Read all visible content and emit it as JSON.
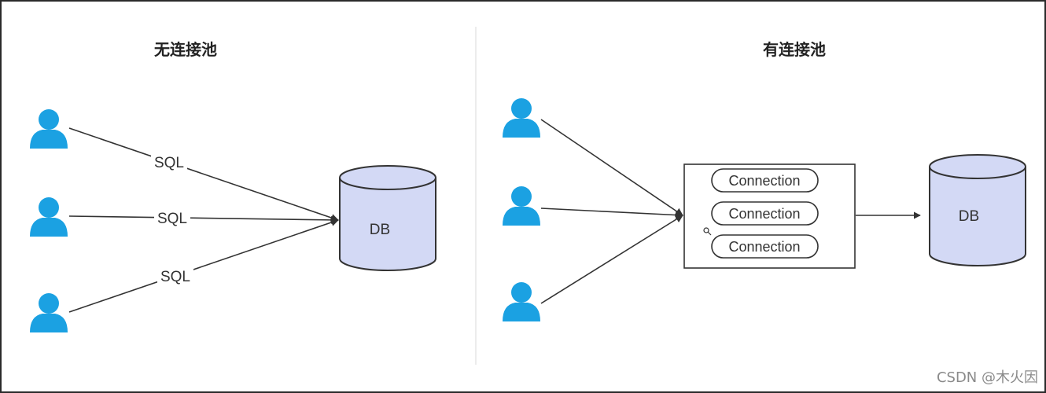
{
  "left_panel": {
    "title": "无连接池",
    "users": [
      {
        "icon": "user-icon"
      },
      {
        "icon": "user-icon"
      },
      {
        "icon": "user-icon"
      }
    ],
    "edge_labels": [
      "SQL",
      "SQL",
      "SQL"
    ],
    "database": {
      "label": "DB",
      "icon": "database-icon"
    }
  },
  "right_panel": {
    "title": "有连接池",
    "users": [
      {
        "icon": "user-icon"
      },
      {
        "icon": "user-icon"
      },
      {
        "icon": "user-icon"
      }
    ],
    "pool": {
      "connections": [
        "Connection",
        "Connection",
        "Connection"
      ]
    },
    "database": {
      "label": "DB",
      "icon": "database-icon"
    }
  },
  "watermark": "CSDN @木火因",
  "colors": {
    "user_icon": "#1ba1e2",
    "database_fill": "#d3d9f5",
    "line": "#333333",
    "divider": "#e6e6e6",
    "border": "#2b2b2b"
  }
}
